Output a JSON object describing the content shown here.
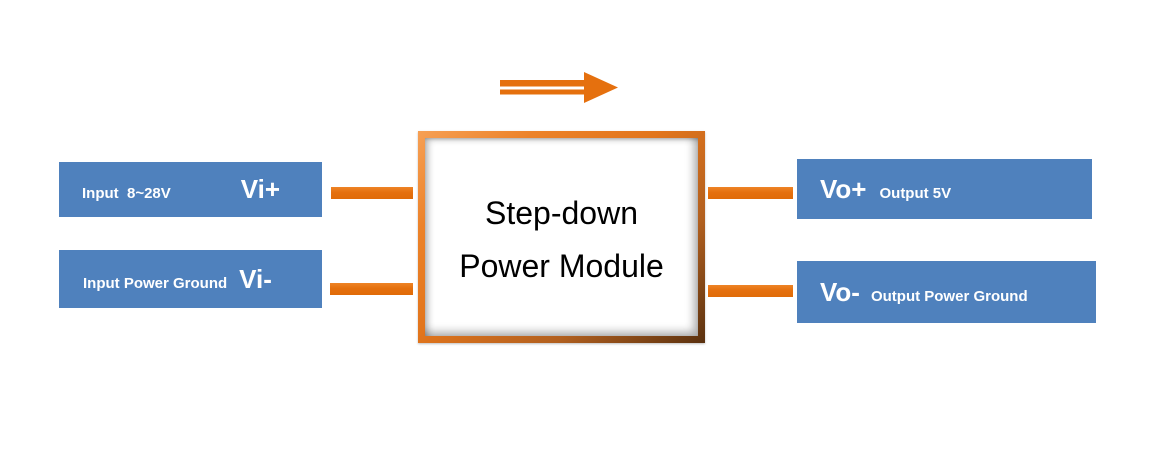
{
  "diagram": {
    "title_line1": "Step-down",
    "title_line2": "Power Module",
    "arrow": {
      "icon": "right-arrow",
      "style": "striped",
      "color": "#e5700e"
    },
    "colors": {
      "pin_box_blue": "#4f81bd",
      "connector_orange": "#e5700e",
      "frame_orange_light": "#f6a055",
      "frame_orange_dark": "#5a310f",
      "pin_text": "#ffffff",
      "title_text": "#000000"
    },
    "inputs": [
      {
        "label": "Input  8~28V",
        "pin": "Vi+"
      },
      {
        "label": "Input Power Ground",
        "pin": "Vi-"
      }
    ],
    "outputs": [
      {
        "pin": "Vo+",
        "label": "Output 5V"
      },
      {
        "pin": "Vo-",
        "label": "Output Power Ground"
      }
    ]
  }
}
